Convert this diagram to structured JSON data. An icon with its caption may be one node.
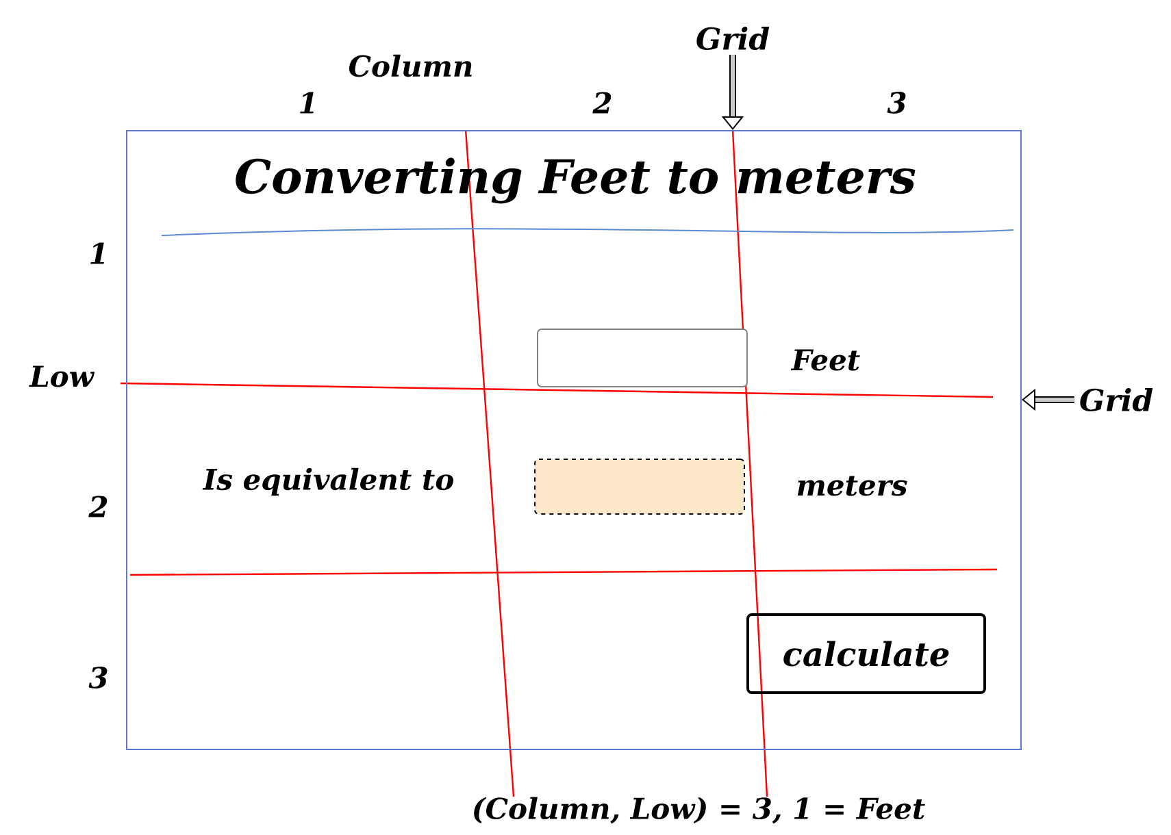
{
  "diagram": {
    "nodes": [
      {
        "text": [
          "Converting Feet to meters"
        ]
      },
      {
        "text": [],
        "shape": "box",
        "in": 0
      },
      {
        "text": [],
        "shape": "box",
        "in": 0
      },
      {
        "text": [
          "calculate"
        ],
        "in": 0
      },
      {
        "text": [
          "Grid"
        ]
      },
      {
        "text": [
          "Grid"
        ]
      }
    ],
    "edges": [
      {
        "from": 4,
        "to": 0,
        "arrow": "to"
      },
      {
        "from": 5,
        "to": 0,
        "arrow": "to"
      }
    ],
    "labels": [
      "Column",
      "1",
      "2",
      "3",
      "1",
      "Low",
      "Feet",
      "Is equivalent to",
      "2",
      "meters",
      "3",
      "(Column, Low) = 3, 1 = Feet"
    ]
  }
}
